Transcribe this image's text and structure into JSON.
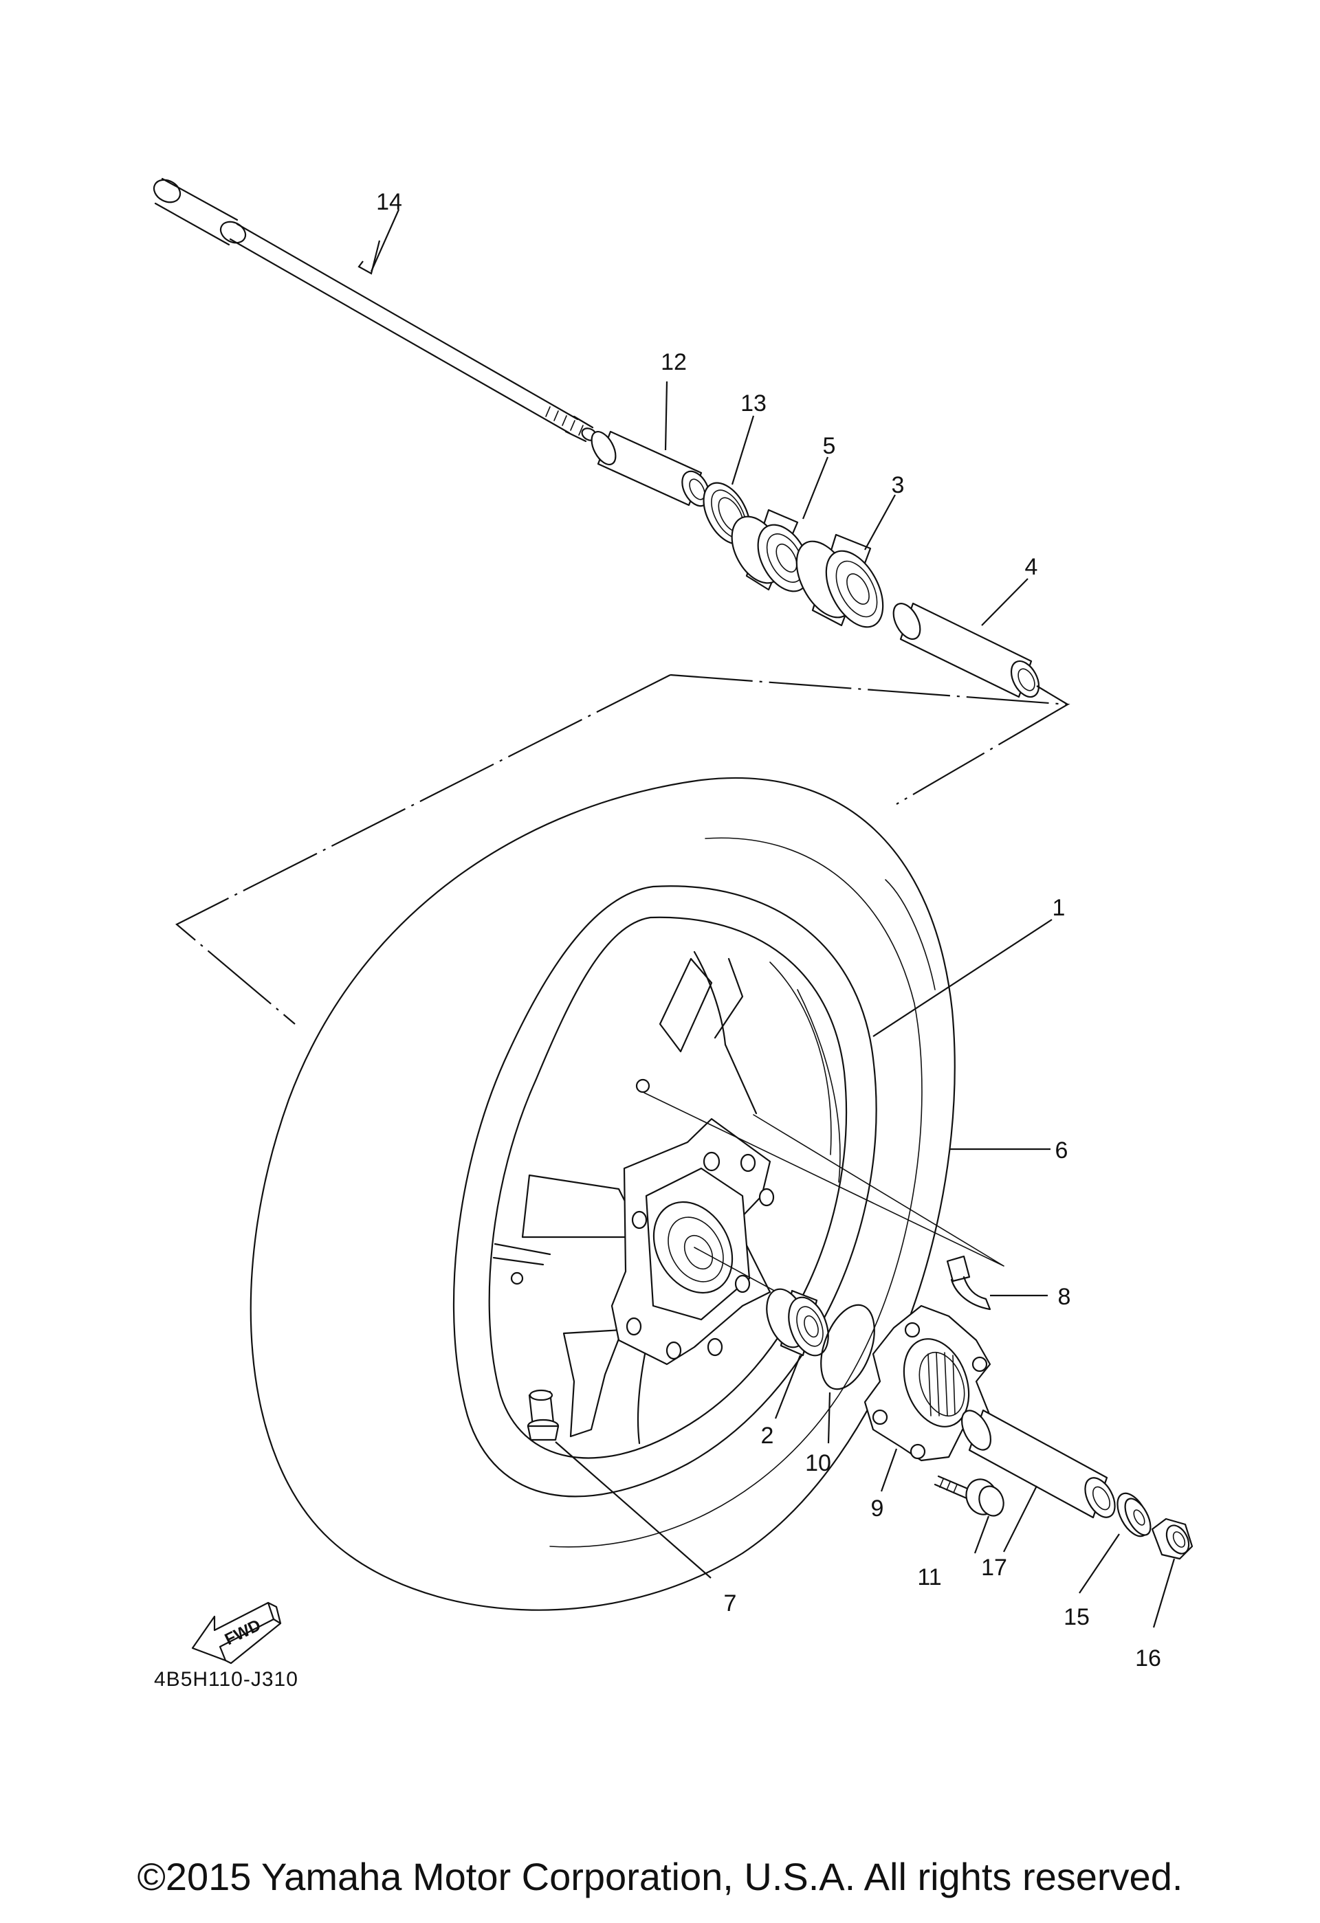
{
  "diagram": {
    "callouts": [
      {
        "id": "1",
        "label": "1"
      },
      {
        "id": "2",
        "label": "2"
      },
      {
        "id": "3",
        "label": "3"
      },
      {
        "id": "4",
        "label": "4"
      },
      {
        "id": "5",
        "label": "5"
      },
      {
        "id": "6",
        "label": "6"
      },
      {
        "id": "7",
        "label": "7"
      },
      {
        "id": "8",
        "label": "8"
      },
      {
        "id": "9",
        "label": "9"
      },
      {
        "id": "10",
        "label": "10"
      },
      {
        "id": "11",
        "label": "11"
      },
      {
        "id": "12",
        "label": "12"
      },
      {
        "id": "13",
        "label": "13"
      },
      {
        "id": "14",
        "label": "14"
      },
      {
        "id": "15",
        "label": "15"
      },
      {
        "id": "16",
        "label": "16"
      },
      {
        "id": "17",
        "label": "17"
      }
    ],
    "fwd_label": "FWD",
    "diagram_code": "4B5H110-J310",
    "copyright": "©2015 Yamaha Motor Corporation, U.S.A. All rights reserved.",
    "icons": [
      "fwd-arrow-icon"
    ]
  }
}
